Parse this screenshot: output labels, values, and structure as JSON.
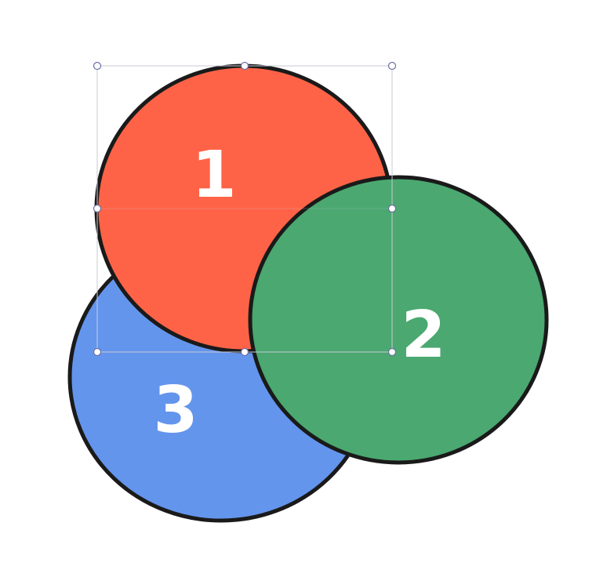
{
  "canvas": {
    "background": "#ffffff"
  },
  "shapes": [
    {
      "id": "circle-3",
      "label": "3",
      "fill": "#6495ED",
      "stroke": "#1a1a1a",
      "stacking": "bottom"
    },
    {
      "id": "circle-1",
      "label": "1",
      "fill": "#FF6347",
      "stroke": "#1a1a1a",
      "stacking": "middle",
      "selected": true
    },
    {
      "id": "circle-2",
      "label": "2",
      "fill": "#4AA870",
      "stroke": "#1a1a1a",
      "stacking": "top"
    }
  ],
  "selection": {
    "target": "circle-1",
    "frame_color": "#c8cad6",
    "handle_fill": "#ffffff",
    "handle_stroke": "#6b6fa3"
  }
}
